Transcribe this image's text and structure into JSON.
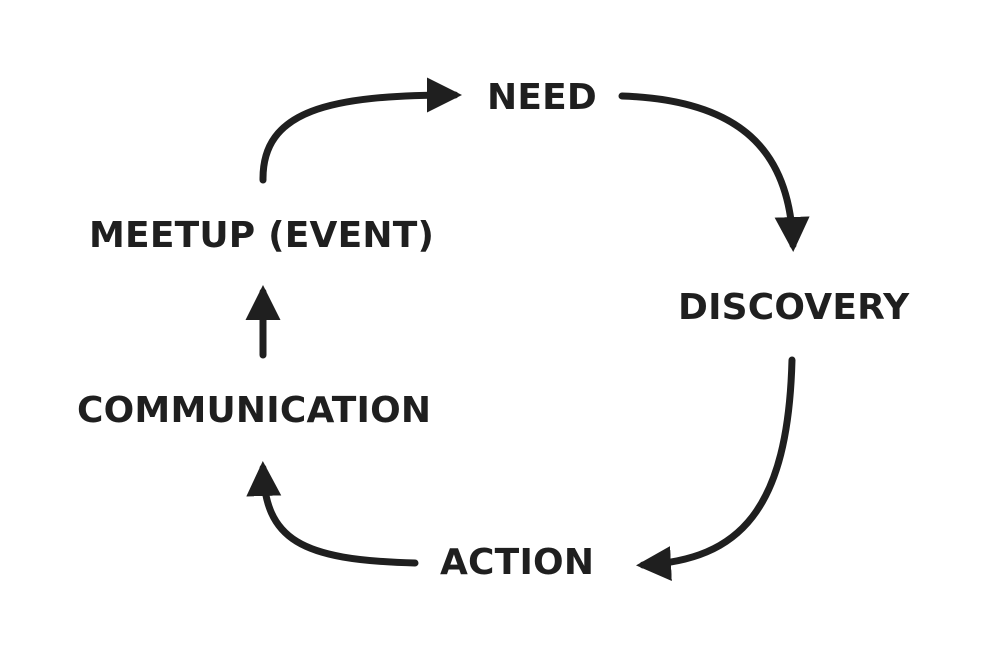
{
  "diagram": {
    "stages": {
      "need": "NEED",
      "discovery": "DISCOVERY",
      "action": "ACTION",
      "communication": "COMMUNICATION",
      "meetup": "MEETUP (EVENT)"
    },
    "colors": {
      "ink": "#1f1f1f",
      "background": "#ffffff"
    }
  }
}
